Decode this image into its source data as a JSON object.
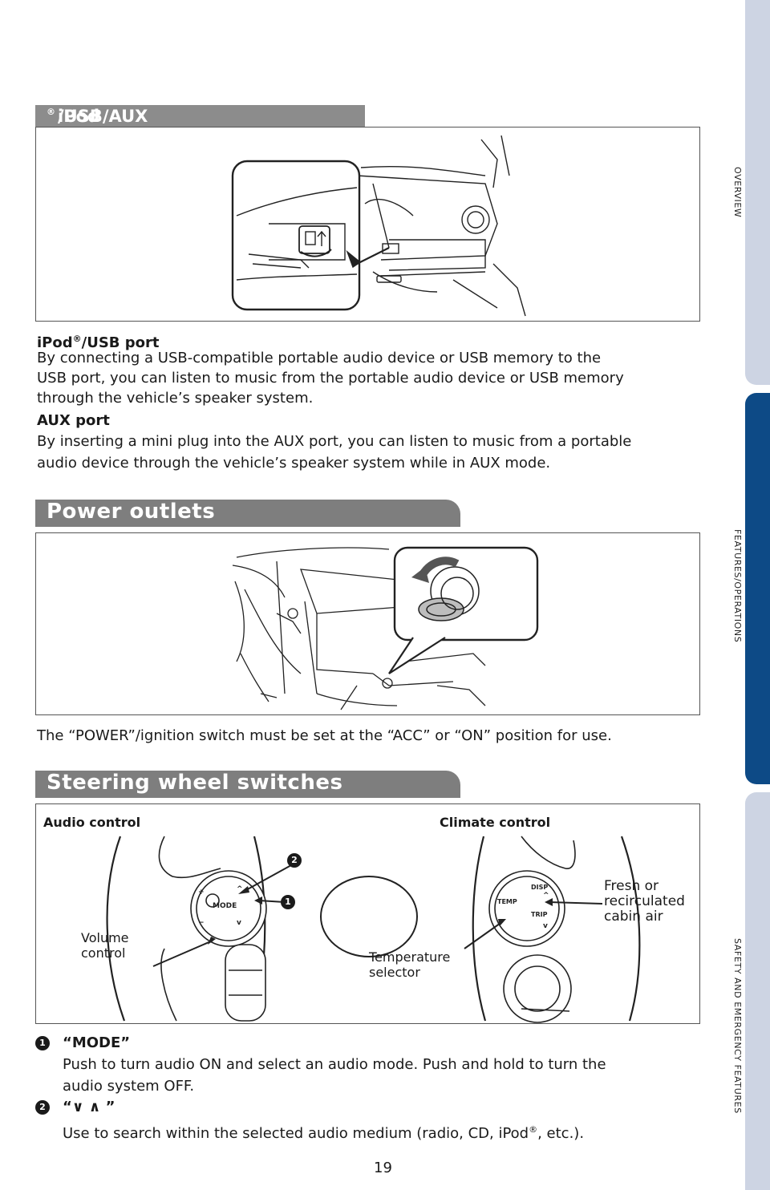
{
  "side_tabs": {
    "overview": "OVERVIEW",
    "features": "FEATURES/OPERATIONS",
    "safety": "SAFETY AND EMERGENCY FEATURES"
  },
  "ipod_section": {
    "header_main": "iPod",
    "header_reg": "®",
    "header_rest": "/USB/AUX port",
    "usb_title_main": "iPod",
    "usb_title_reg": "®",
    "usb_title_rest": "/USB port",
    "usb_line1": "By connecting a USB-compatible portable audio device or USB memory to the",
    "usb_line2": "USB port, you can listen to music from the portable audio device or USB memory",
    "usb_line3": "through the vehicle’s speaker system.",
    "aux_title": "AUX port",
    "aux_line1": "By inserting a mini plug into the AUX port, you can listen to music from a portable",
    "aux_line2": "audio device through the vehicle’s speaker system while in AUX mode."
  },
  "power_section": {
    "header": "Power outlets",
    "note": "The “POWER”/ignition switch must be set at the “ACC” or “ON” position for use."
  },
  "steering_section": {
    "header": "Steering wheel switches",
    "audio_control": "Audio control",
    "climate_control": "Climate control",
    "volume_line1": "Volume",
    "volume_line2": "control",
    "temp_line1": "Temperature",
    "temp_line2": "selector",
    "fresh_line1": "Fresh or",
    "fresh_line2": "recirculated",
    "fresh_line3": "cabin air",
    "badge1": "1",
    "badge2": "2",
    "mode_button": "MODE",
    "temp_button": "TEMP",
    "disp_button": "DISP",
    "trip_button": "TRIP"
  },
  "instructions": [
    {
      "badge": "1",
      "title": "“MODE”",
      "line1": "Push to turn audio ON and select an audio mode. Push and hold to turn the",
      "line2": "audio system OFF."
    },
    {
      "badge": "2",
      "title": "“∨ ∧ ”",
      "line1_main": "Use to search within the selected audio medium (radio, CD, iPod",
      "line1_reg": "®",
      "line1_rest": ", etc.)."
    }
  ],
  "page_number": "19"
}
